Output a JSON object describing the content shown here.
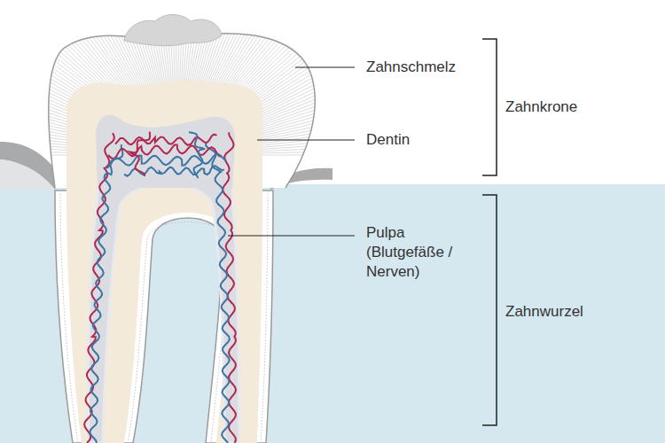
{
  "diagram": {
    "labels": [
      "Zahnschmelz",
      "Dentin",
      "Pulpa (Blutgefäße / Nerven)",
      "Zahnkrone",
      "Zahnwurzel"
    ]
  }
}
